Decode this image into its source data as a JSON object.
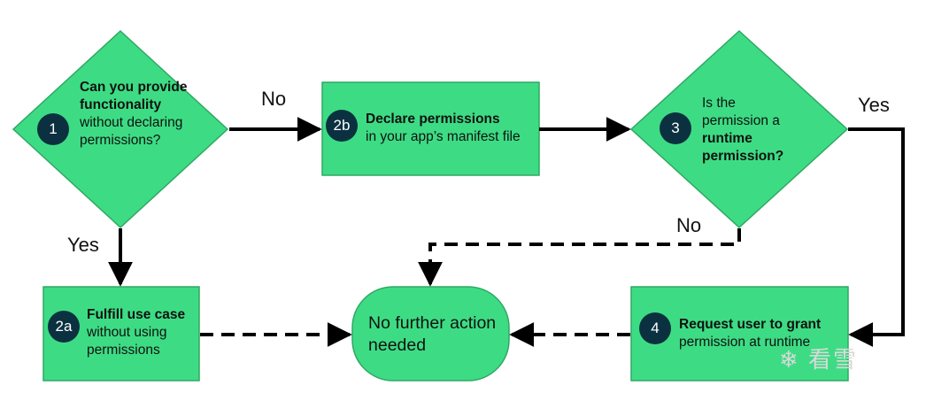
{
  "colors": {
    "node_fill": "#3ddc84",
    "node_stroke": "#2fa864",
    "badge": "#0b3140",
    "line": "#000000"
  },
  "nodes": {
    "q1": {
      "badge": "1",
      "bold": "Can you provide functionality",
      "rest": "without declaring permissions?"
    },
    "s2b": {
      "badge": "2b",
      "bold": "Declare permissions",
      "rest": "in your app’s manifest file"
    },
    "q3": {
      "badge": "3",
      "pre": "Is the permission a",
      "bold": "runtime permission?"
    },
    "s2a": {
      "badge": "2a",
      "bold": "Fulfill use case",
      "rest": "without using permissions"
    },
    "end": {
      "label": "No further action needed"
    },
    "s4": {
      "badge": "4",
      "bold": "Request user to grant",
      "rest": "permission at runtime"
    }
  },
  "edges": {
    "q1_no": "No",
    "q1_yes": "Yes",
    "q3_yes": "Yes",
    "q3_no": "No"
  },
  "watermark": {
    "icon": "snowflake-icon",
    "text": "看雪"
  }
}
